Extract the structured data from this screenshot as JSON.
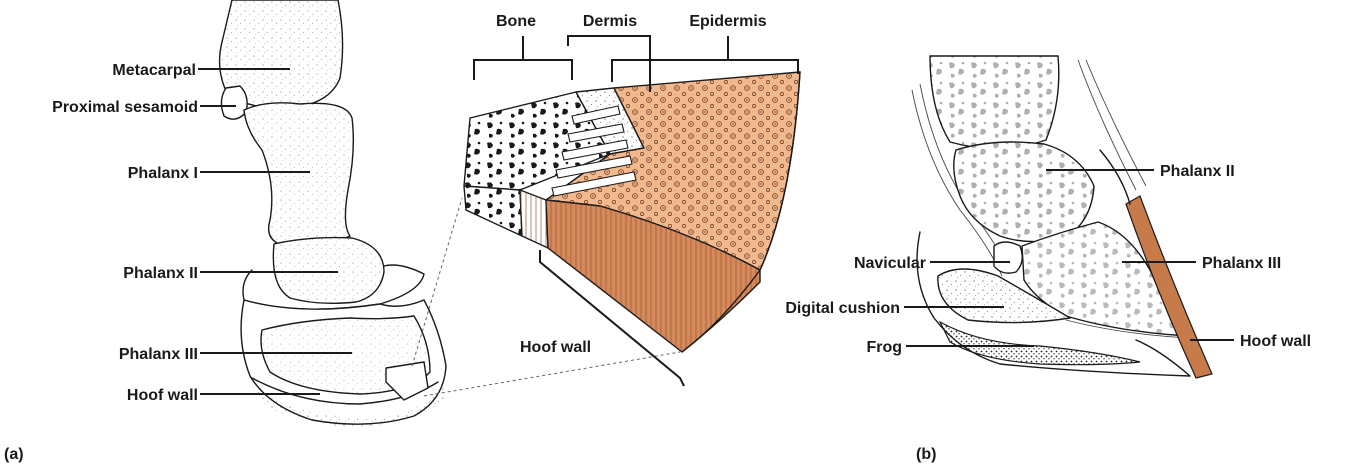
{
  "panel_a": {
    "letter": "(a)",
    "labels": {
      "metacarpal": "Metacarpal",
      "proximal_sesamoid": "Proximal sesamoid",
      "phalanx_1": "Phalanx I",
      "phalanx_2": "Phalanx II",
      "phalanx_3": "Phalanx III",
      "hoof_wall": "Hoof wall"
    }
  },
  "section": {
    "labels": {
      "bone": "Bone",
      "dermis": "Dermis",
      "epidermis": "Epidermis",
      "hoof_wall": "Hoof wall"
    }
  },
  "panel_b": {
    "letter": "(b)",
    "labels": {
      "phalanx_2": "Phalanx II",
      "phalanx_3": "Phalanx III",
      "navicular": "Navicular",
      "digital_cushion": "Digital cushion",
      "hoof_wall": "Hoof wall",
      "frog": "Frog"
    }
  },
  "colors": {
    "ink": "#1a1a1a",
    "hoof_tissue": "#f2b88e",
    "hoof_tissue_dark": "#d6895a",
    "hoof_wall_strip": "#c77a4a"
  }
}
